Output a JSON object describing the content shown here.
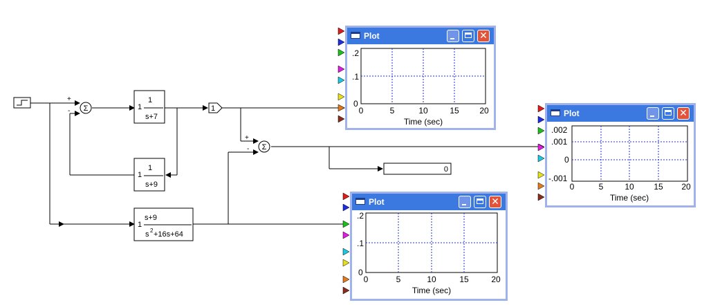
{
  "diagram": {
    "blocks": {
      "tf1": {
        "gain": "1",
        "numerator": "1",
        "denominator": "s+7"
      },
      "tf2": {
        "gain": "1",
        "numerator": "1",
        "denominator": "s+9"
      },
      "tf3": {
        "gain": "1",
        "numerator": "s+9",
        "denominator_main": "s",
        "denominator_sup": "2",
        "denominator_rest": "+16s+64"
      },
      "gain_block": {
        "value": "1"
      },
      "display": {
        "value": "0"
      }
    },
    "signs": {
      "sum1_top": "+",
      "sum1_bottom": "-",
      "sum2_top": "+",
      "sum2_bottom": "-"
    },
    "sum_symbol": "Σ"
  },
  "plots": [
    {
      "title": "Plot",
      "y_ticks": [
        ".2",
        ".1",
        "0"
      ],
      "x_ticks": [
        "0",
        "5",
        "10",
        "15",
        "20"
      ],
      "xlabel": "Time (sec)"
    },
    {
      "title": "Plot",
      "y_ticks": [
        ".002",
        ".001",
        "0",
        "-.001"
      ],
      "x_ticks": [
        "0",
        "5",
        "10",
        "15",
        "20"
      ],
      "xlabel": "Time (sec)"
    },
    {
      "title": "Plot",
      "y_ticks": [
        ".2",
        ".1",
        "0"
      ],
      "x_ticks": [
        "0",
        "5",
        "10",
        "15",
        "20"
      ],
      "xlabel": "Time (sec)"
    }
  ],
  "port_colors": {
    "red": "#dd1c1c",
    "blue": "#1c2ee0",
    "green": "#1cc01c",
    "magenta": "#e01ce0",
    "cyan": "#1cc8e0",
    "yellow": "#e8e01c",
    "orange": "#e07a1c",
    "brown": "#8a2c1c"
  },
  "window_buttons": {
    "close": "✕"
  }
}
